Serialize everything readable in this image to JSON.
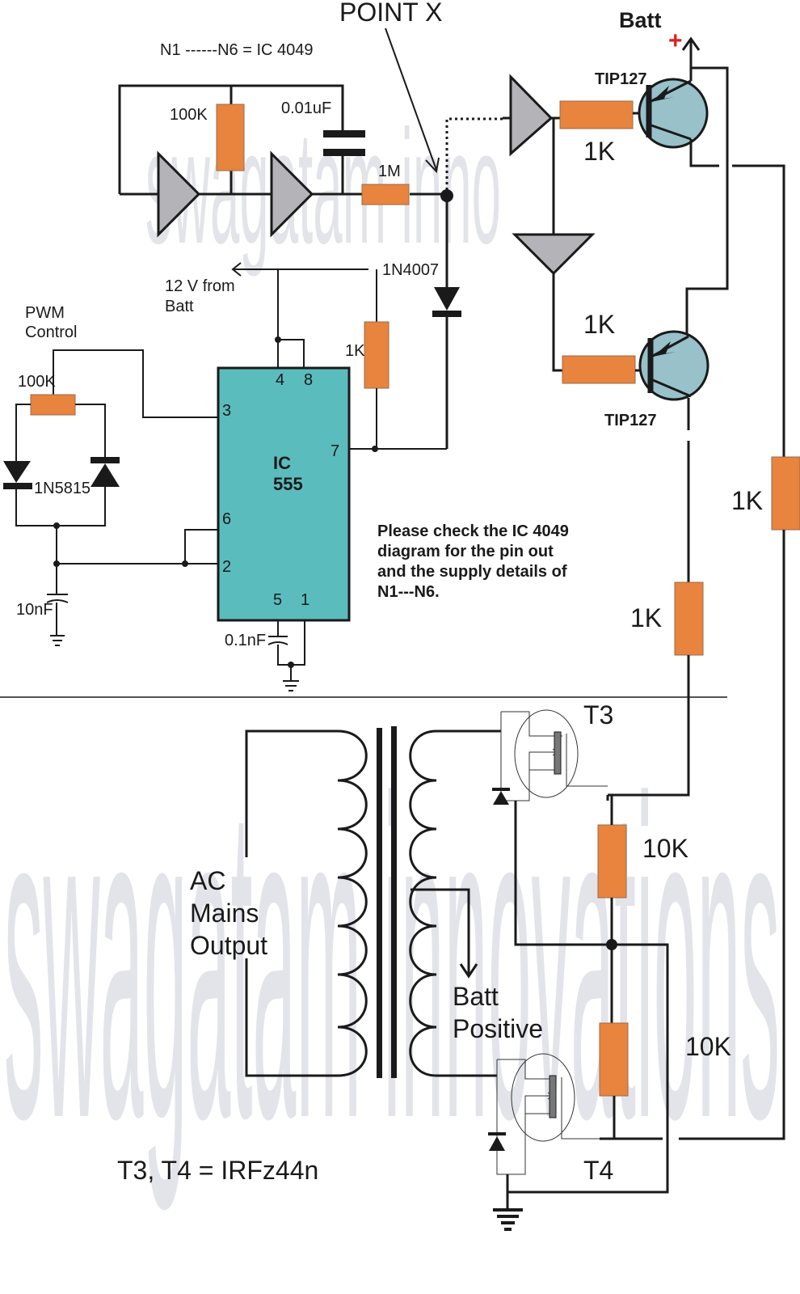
{
  "title_label": "N1 ------N6 = IC 4049",
  "point_x_label": "POINT X",
  "watermark": {
    "top": "swagatam inno",
    "bottom": "swagatam innovations"
  },
  "oscillator": {
    "resistor_label": "100K",
    "capacitor_label": "0.01uF",
    "output_resistor_label": "1M"
  },
  "driver": {
    "batt_label": "Batt",
    "batt_polarity": "+",
    "transistor_top_label": "TIP127",
    "transistor_bottom_label": "TIP127",
    "base_resistor_top_label": "1K",
    "base_resistor_bottom_label": "1K",
    "right_resistor_label": "1K",
    "mid_resistor_label": "1K"
  },
  "pwm": {
    "supply_label_line1": "12 V from",
    "supply_label_line2": "Batt",
    "control_label_line1": "PWM",
    "control_label_line2": "Control",
    "pot_label": "100K",
    "diode_label": "1N5815",
    "timing_cap_label": "10nF",
    "control_cap_label": "0.1nF",
    "discharge_resistor_label": "1K",
    "isolation_diode_label": "1N4007",
    "ic_label_line1": "IC",
    "ic_label_line2": "555",
    "pins": {
      "p4": "4",
      "p8": "8",
      "p3": "3",
      "p7": "7",
      "p6": "6",
      "p2": "2",
      "p5": "5",
      "p1": "1"
    }
  },
  "note": {
    "line1": "Please check the IC 4049",
    "line2": "diagram for the pin out",
    "line3": "and the supply details of",
    "line4": "N1---N6."
  },
  "output_stage": {
    "primary_label_line1": "AC",
    "primary_label_line2": "Mains",
    "primary_label_line3": "Output",
    "center_tap_label_line1": "Batt",
    "center_tap_label_line2": "Positive",
    "mosfet_top_label": "T3",
    "mosfet_bottom_label": "T4",
    "gate_resistor_top_label": "10K",
    "gate_resistor_bottom_label": "10K",
    "mosfet_note": "T3, T4 = IRFz44n"
  },
  "colors": {
    "resistor": "#e8843e",
    "ic_body": "#5bbcbd",
    "transistor_body": "#98c1ca",
    "gate_fill": "#b4b4b8",
    "wire": "#1a1a1a",
    "polarity_plus": "#e02020",
    "watermark": "#e2e4ea"
  }
}
